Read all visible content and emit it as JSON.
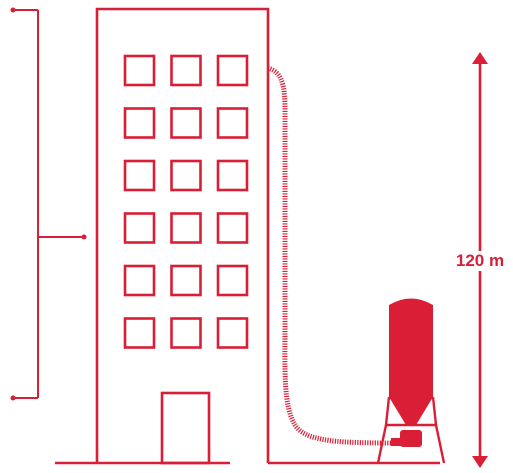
{
  "colors": {
    "accent": "#d91e36",
    "background": "#ffffff"
  },
  "building": {
    "window_rows": 6,
    "window_columns": 3
  },
  "height_measure": {
    "label": "120 m"
  },
  "icons": {
    "building": "office-building-outline",
    "silo": "silo-icon",
    "hose": "coiled-hose-icon",
    "bracket": "floor-span-bracket",
    "arrow": "double-headed-vertical-arrow"
  }
}
